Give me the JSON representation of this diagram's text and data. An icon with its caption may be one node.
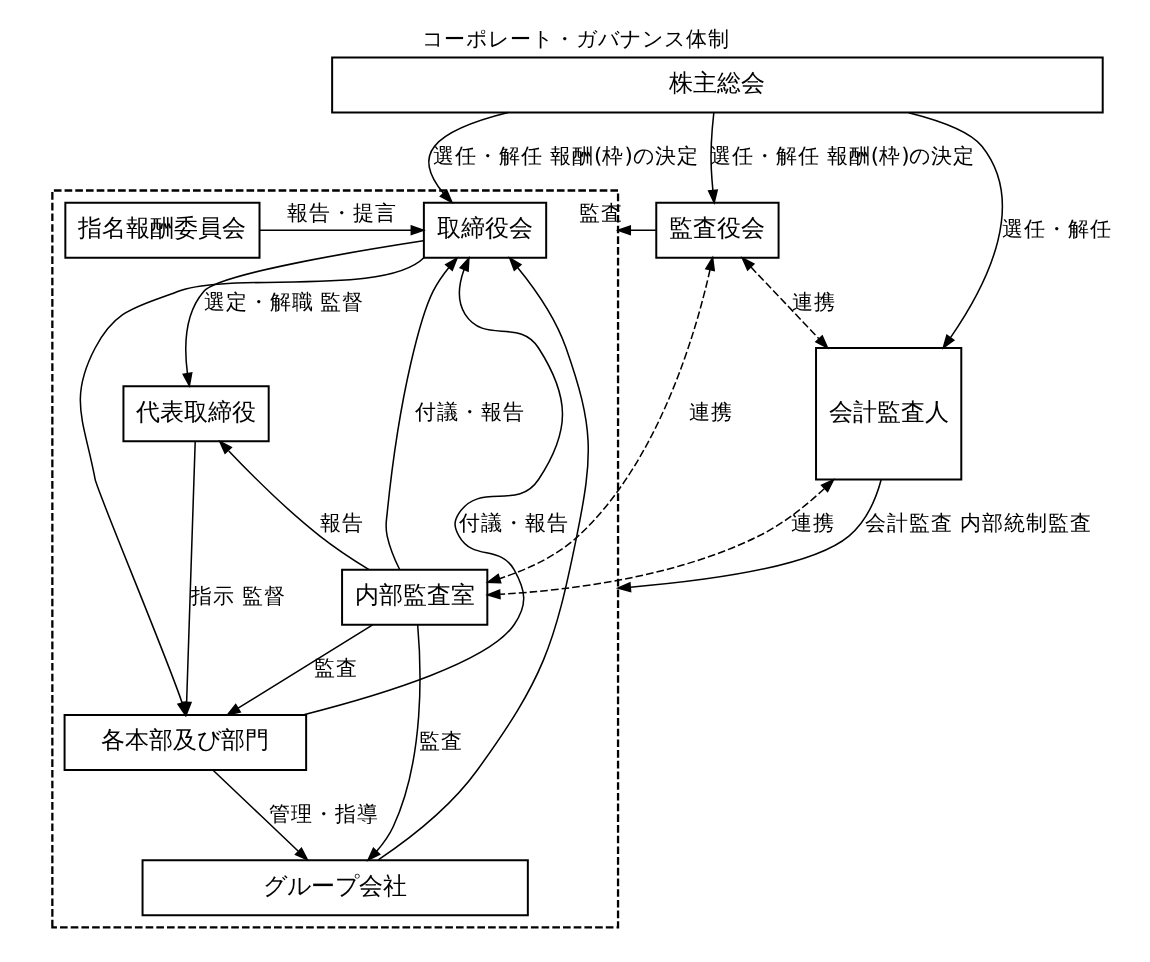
{
  "diagram": {
    "title": "コーポレート・ガバナンス体制",
    "nodes": [
      {
        "text": [
          "株主総会"
        ]
      },
      {
        "text": [],
        "shape": "box"
      },
      {
        "text": [
          "指名報酬委員会"
        ],
        "in": 1
      },
      {
        "text": [
          "取締役会"
        ],
        "in": 1
      },
      {
        "text": [
          "監査役会"
        ]
      },
      {
        "text": [
          "会計監査人"
        ]
      },
      {
        "text": [
          "代表取締役"
        ],
        "in": 1
      },
      {
        "text": [
          "内部監査室"
        ],
        "in": 1
      },
      {
        "text": [
          "各本部及び部門"
        ],
        "in": 1
      },
      {
        "text": [
          "グループ会社"
        ],
        "in": 1
      }
    ],
    "edges": [
      {
        "from": 0,
        "to": 3,
        "arrow": "to",
        "label": "選任・解任 報酬(枠)の決定"
      },
      {
        "from": 0,
        "to": 4,
        "arrow": "to",
        "label": "選任・解任 報酬(枠)の決定"
      },
      {
        "from": 0,
        "to": 5,
        "arrow": "to",
        "label": "選任・解任"
      },
      {
        "from": 2,
        "to": 3,
        "arrow": "to",
        "label": "報告・提言"
      },
      {
        "from": 8,
        "to": 3,
        "arrow": "to",
        "label": "付議・報告"
      },
      {
        "from": 9,
        "to": 3,
        "arrow": "to"
      },
      {
        "from": 3,
        "to": 6,
        "arrow": "to",
        "label": "選定・解職 監督"
      },
      {
        "from": 3,
        "to": 8,
        "arrow": "to"
      },
      {
        "from": 6,
        "to": 8,
        "arrow": "to",
        "label": "指示 監督"
      },
      {
        "from": 7,
        "to": 3,
        "arrow": "to",
        "label": "付議・報告"
      },
      {
        "from": 7,
        "to": 6,
        "arrow": "to",
        "label": "報告"
      },
      {
        "from": 4,
        "to": 1,
        "arrow": "to",
        "label": "監査"
      },
      {
        "from": 4,
        "to": 5,
        "arrow": "both",
        "style": "dashed",
        "label": "連携"
      },
      {
        "from": 4,
        "to": 7,
        "arrow": "both",
        "style": "dashed",
        "label": "連携"
      },
      {
        "from": 7,
        "to": 5,
        "arrow": "both",
        "style": "dashed",
        "label": "連携"
      },
      {
        "from": 5,
        "to": 1,
        "arrow": "to",
        "label": "会計監査 内部統制監査"
      },
      {
        "from": 7,
        "to": 8,
        "arrow": "to",
        "label": "監査"
      },
      {
        "from": 7,
        "to": 9,
        "arrow": "to",
        "label": "監査"
      },
      {
        "from": 8,
        "to": 9,
        "arrow": "to",
        "label": "管理・指導"
      }
    ]
  }
}
